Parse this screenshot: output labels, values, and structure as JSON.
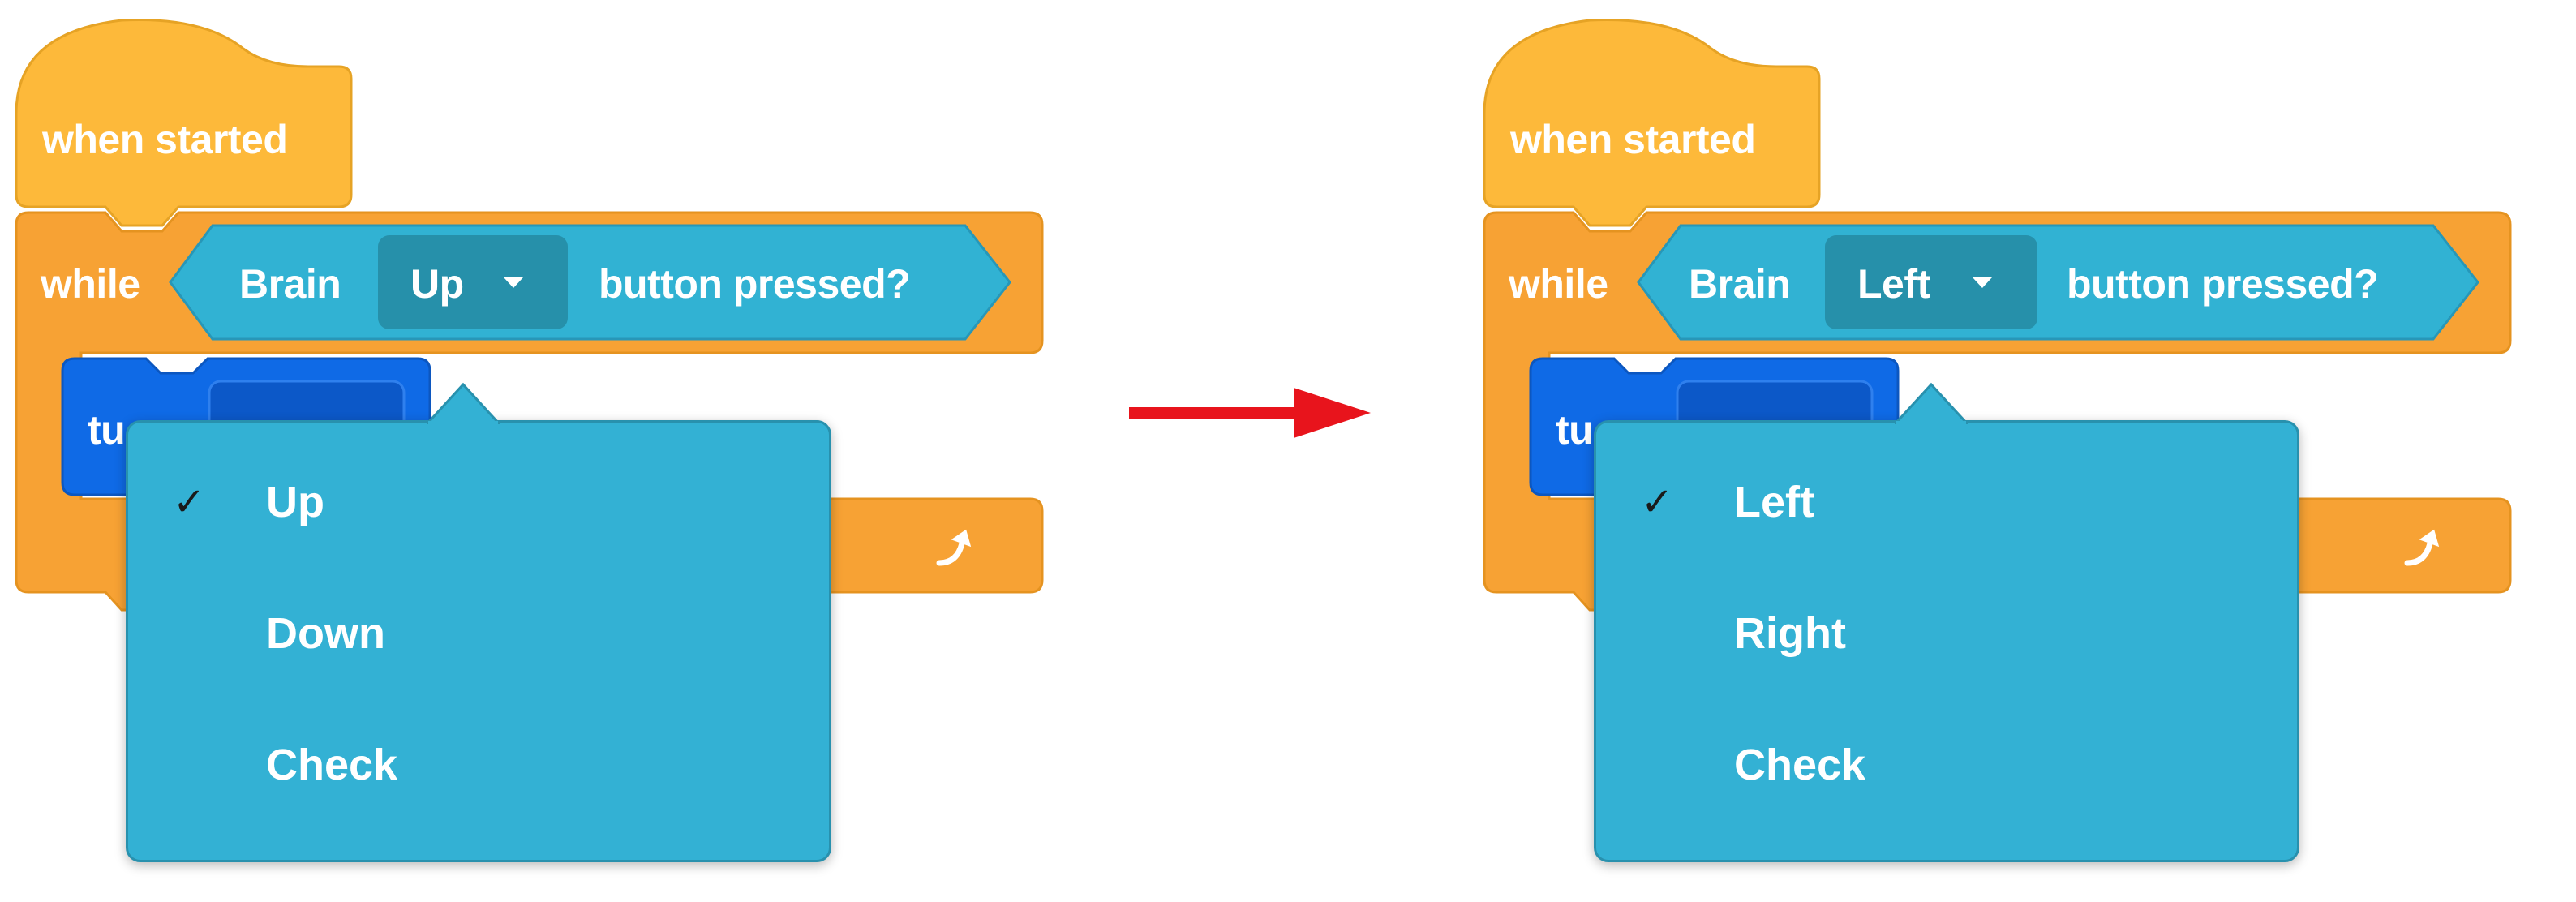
{
  "colors": {
    "event_block": "#fdb93a",
    "control_block": "#f7a234",
    "sensing_block": "#31b2d3",
    "dropdown_field": "#2690aa",
    "motion_block": "#0f6ae6",
    "transition_arrow": "#e8141c"
  },
  "transition_arrow_icon": "right-arrow-icon",
  "panels": [
    {
      "event_label": "when started",
      "while_label": "while",
      "brain_label": "Brain",
      "selected_button": "Up",
      "pressed_label": "button pressed?",
      "motion_partial": "tu",
      "repeat_icon": "loop-arrow-icon",
      "menu": [
        {
          "label": "Up",
          "checked": true
        },
        {
          "label": "Down",
          "checked": false
        },
        {
          "label": "Check",
          "checked": false
        }
      ]
    },
    {
      "event_label": "when started",
      "while_label": "while",
      "brain_label": "Brain",
      "selected_button": "Left",
      "pressed_label": "button pressed?",
      "motion_partial": "tu",
      "repeat_icon": "loop-arrow-icon",
      "menu": [
        {
          "label": "Left",
          "checked": true
        },
        {
          "label": "Right",
          "checked": false
        },
        {
          "label": "Check",
          "checked": false
        }
      ]
    }
  ],
  "check_mark": "✓"
}
